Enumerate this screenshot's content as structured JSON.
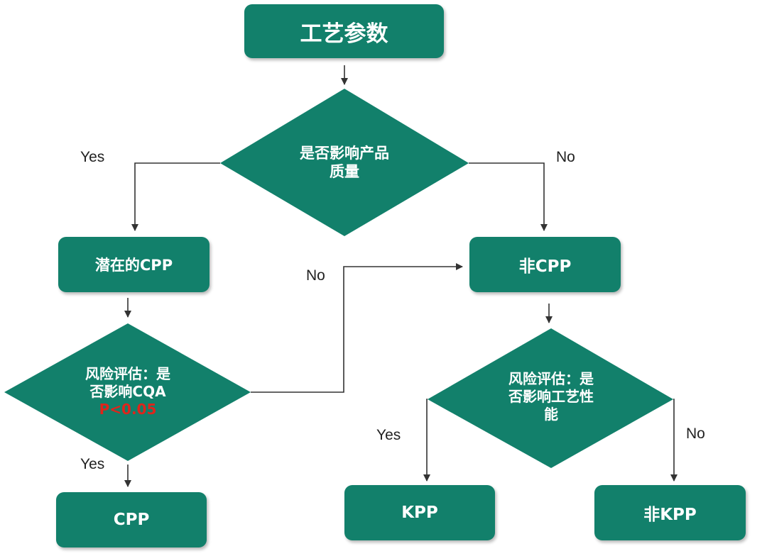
{
  "nodes": {
    "root": "工艺参数",
    "decision_quality": [
      "是否影响产品",
      "质量"
    ],
    "potential_cpp": "潜在的CPP",
    "non_cpp": "非CPP",
    "risk_cqa": [
      "风险评估：是",
      "否影响CQA"
    ],
    "p_value": "P<0.05",
    "risk_process": [
      "风险评估：是",
      "否影响工艺性",
      "能"
    ],
    "cpp": "CPP",
    "kpp": "KPP",
    "non_kpp": "非KPP"
  },
  "labels": {
    "yes": "Yes",
    "no": "No"
  },
  "colors": {
    "node_fill": "#12806b",
    "node_text": "#ffffff",
    "highlight_text": "#e0241b",
    "connector": "#333333"
  }
}
